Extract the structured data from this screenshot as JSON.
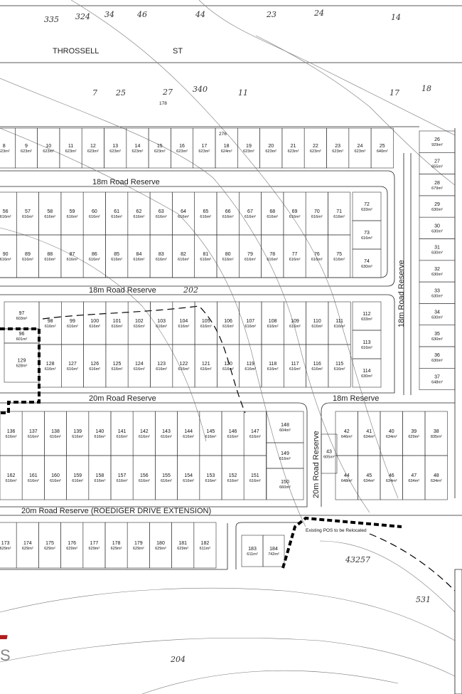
{
  "map_data": {
    "top_lots": [
      "335",
      "324",
      "34",
      "46",
      "44",
      "23",
      "24",
      "14"
    ],
    "street_name": [
      "THROSSELL",
      "ST"
    ],
    "north_lots": [
      "7",
      "25",
      "27",
      "340",
      "11",
      "17",
      "18"
    ],
    "roads": {
      "r1": "18m Road Reserve",
      "r2": "18m Road Reserve",
      "r3": "20m Road Reserve",
      "r4": "18m Reserve",
      "r5": "18m Road Reserve",
      "r6": "20m Road Reserve",
      "r7": "20m Road Reserve (ROEDIGER DRIVE EXTENSION)"
    },
    "misc_labels": {
      "l202": "202",
      "l531": "531",
      "l204": "204",
      "l43257": "43257",
      "l178": "178",
      "l276": "276"
    },
    "pos_note": "Existing POS to be Relocated",
    "logo": {
      "mark": "L",
      "sub": "S"
    },
    "row1": {
      "nums": [
        "8",
        "9",
        "10",
        "11",
        "12",
        "13",
        "14",
        "15",
        "16",
        "17",
        "18",
        "19",
        "20",
        "21",
        "22",
        "23",
        "24",
        "25"
      ],
      "areas": [
        "623m²",
        "623m²",
        "623m²",
        "623m²",
        "623m²",
        "623m²",
        "623m²",
        "623m²",
        "623m²",
        "623m²",
        "624m²",
        "623m²",
        "623m²",
        "623m²",
        "623m²",
        "623m²",
        "623m²",
        "640m²"
      ]
    },
    "row2": {
      "nums": [
        "56",
        "57",
        "58",
        "59",
        "60",
        "61",
        "62",
        "63",
        "64",
        "65",
        "66",
        "67",
        "68",
        "69",
        "70",
        "71"
      ],
      "areas": [
        "616m²",
        "616m²",
        "616m²",
        "616m²",
        "616m²",
        "616m²",
        "616m²",
        "616m²",
        "616m²",
        "616m²",
        "616m²",
        "616m²",
        "616m²",
        "616m²",
        "616m²",
        "616m²"
      ]
    },
    "row3": {
      "nums": [
        "90",
        "89",
        "88",
        "87",
        "86",
        "85",
        "84",
        "83",
        "82",
        "81",
        "80",
        "79",
        "78",
        "77",
        "76",
        "75"
      ],
      "areas": [
        "616m²",
        "616m²",
        "616m²",
        "616m²",
        "616m²",
        "616m²",
        "616m²",
        "616m²",
        "616m²",
        "616m²",
        "616m²",
        "616m²",
        "616m²",
        "616m²",
        "616m²",
        "616m²"
      ]
    },
    "row4": {
      "nums": [
        "98",
        "99",
        "100",
        "101",
        "102",
        "103",
        "104",
        "105",
        "106",
        "107",
        "108",
        "109",
        "110",
        "111"
      ],
      "areas": [
        "616m²",
        "616m²",
        "616m²",
        "616m²",
        "616m²",
        "616m²",
        "616m²",
        "616m²",
        "616m²",
        "616m²",
        "616m²",
        "616m²",
        "616m²",
        "616m²"
      ]
    },
    "row5": {
      "nums": [
        "128",
        "127",
        "126",
        "125",
        "124",
        "123",
        "122",
        "121",
        "120",
        "119",
        "118",
        "117",
        "116",
        "115"
      ],
      "areas": [
        "616m²",
        "616m²",
        "616m²",
        "616m²",
        "616m²",
        "616m²",
        "616m²",
        "616m²",
        "616m²",
        "616m²",
        "616m²",
        "616m²",
        "616m²",
        "616m²"
      ]
    },
    "row6": {
      "nums": [
        "136",
        "137",
        "138",
        "139",
        "140",
        "141",
        "142",
        "143",
        "144",
        "145",
        "146",
        "147"
      ],
      "areas": [
        "616m²",
        "616m²",
        "616m²",
        "616m²",
        "616m²",
        "616m²",
        "616m²",
        "616m²",
        "616m²",
        "616m²",
        "616m²",
        "616m²"
      ]
    },
    "row7": {
      "nums": [
        "162",
        "161",
        "160",
        "159",
        "158",
        "157",
        "156",
        "155",
        "154",
        "153",
        "152",
        "151"
      ],
      "areas": [
        "616m²",
        "616m²",
        "616m²",
        "616m²",
        "616m²",
        "616m²",
        "616m²",
        "616m²",
        "616m²",
        "616m²",
        "616m²",
        "616m²"
      ]
    },
    "row8": {
      "nums": [
        "173",
        "174",
        "175",
        "176",
        "177",
        "178",
        "179",
        "180",
        "181",
        "182"
      ],
      "areas": [
        "629m²",
        "629m²",
        "629m²",
        "629m²",
        "629m²",
        "629m²",
        "629m²",
        "629m²",
        "629m²",
        "611m²"
      ]
    },
    "east_col": {
      "nums": [
        "26",
        "27",
        "28",
        "29",
        "30",
        "31",
        "32",
        "33",
        "34",
        "35",
        "36",
        "37"
      ],
      "areas": [
        "929m²",
        "655m²",
        "679m²",
        "630m²",
        "630m²",
        "630m²",
        "630m²",
        "630m²",
        "630m²",
        "630m²",
        "630m²",
        "648m²"
      ]
    },
    "se_top": {
      "nums": [
        "42",
        "41",
        "40",
        "39",
        "38"
      ],
      "areas": [
        "646m²",
        "634m²",
        "634m²",
        "629m²",
        "835m²"
      ]
    },
    "se_bot": {
      "nums": [
        "44",
        "45",
        "46",
        "47",
        "48"
      ],
      "areas": [
        "648m²",
        "634m²",
        "634m²",
        "634m²",
        "634m²"
      ]
    },
    "specials": [
      {
        "num": "72",
        "area": "633m²"
      },
      {
        "num": "73",
        "area": "616m²"
      },
      {
        "num": "74",
        "area": "630m²"
      },
      {
        "num": "97",
        "area": "603m²"
      },
      {
        "num": "96",
        "area": "601m²"
      },
      {
        "num": "129",
        "area": "628m²"
      },
      {
        "num": "112",
        "area": "633m²"
      },
      {
        "num": "113",
        "area": "616m²"
      },
      {
        "num": "114",
        "area": "630m²"
      },
      {
        "num": "148",
        "area": "604m²"
      },
      {
        "num": "149",
        "area": "616m²"
      },
      {
        "num": "150",
        "area": "660m²"
      },
      {
        "num": "43",
        "area": "605m²"
      },
      {
        "num": "183",
        "area": "611m²"
      },
      {
        "num": "184",
        "area": "742m²"
      }
    ]
  }
}
